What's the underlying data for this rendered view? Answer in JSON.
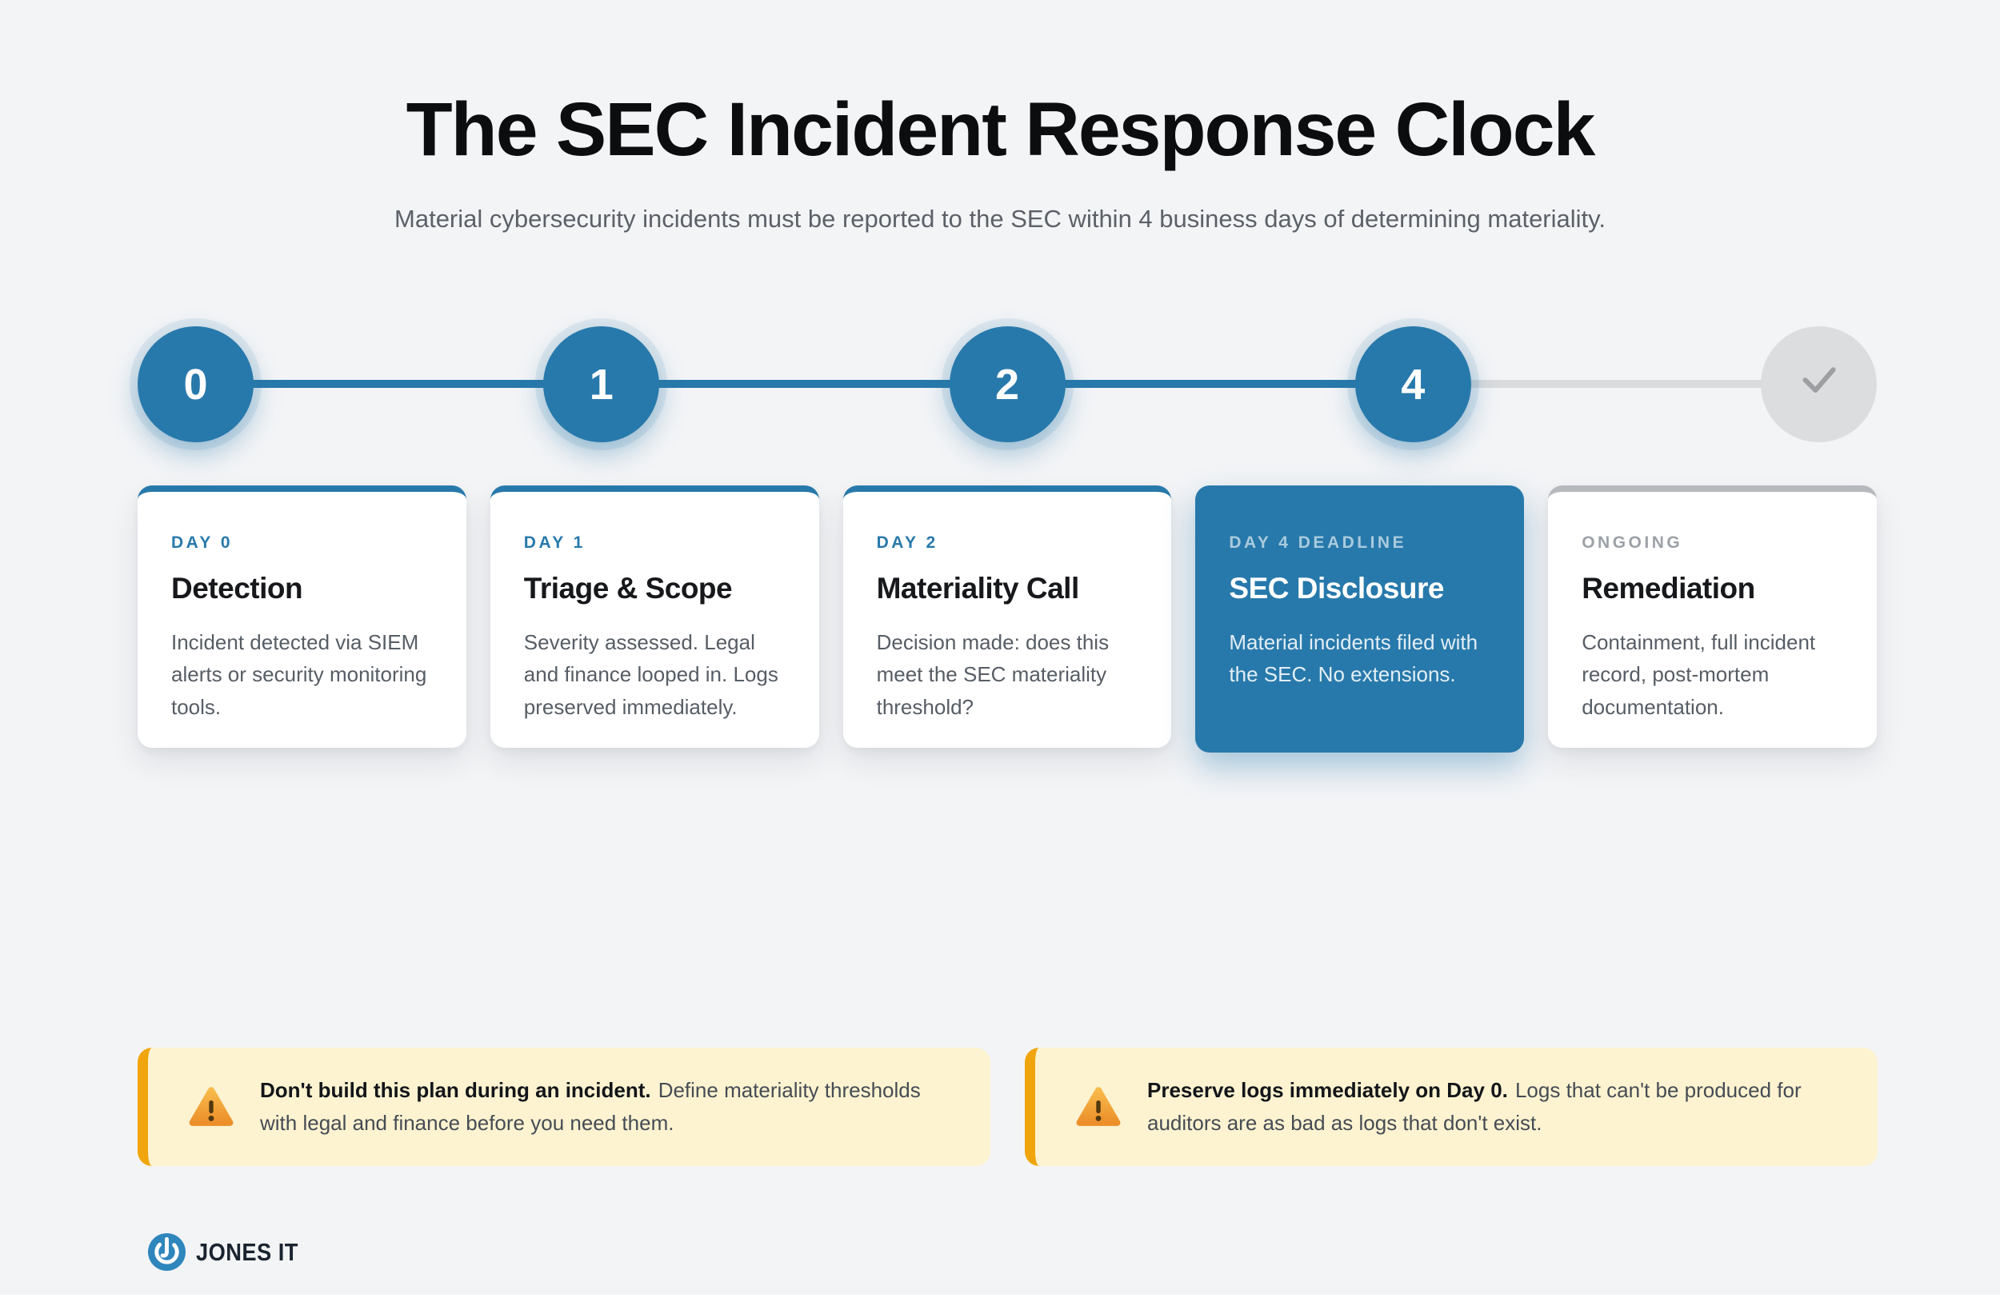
{
  "colors": {
    "accent_blue": "#2879ab",
    "page_background": "#f3f4f6",
    "callout_background": "#fdf3d1",
    "callout_border": "#f0a50c",
    "pending_gray": "#dcddde"
  },
  "header": {
    "title": "The SEC Incident Response Clock",
    "subtitle": "Material cybersecurity incidents must be reported to the SEC within 4 business days of determining materiality."
  },
  "timeline": {
    "nodes": [
      {
        "label": "0",
        "state": "active"
      },
      {
        "label": "1",
        "state": "active"
      },
      {
        "label": "2",
        "state": "active"
      },
      {
        "label": "4",
        "state": "active"
      },
      {
        "label": "",
        "state": "done",
        "icon": "check"
      }
    ]
  },
  "cards": [
    {
      "label": "DAY 0",
      "title": "Detection",
      "body": "Incident detected via SIEM alerts or security monitoring tools."
    },
    {
      "label": "DAY 1",
      "title": "Triage & Scope",
      "body": "Severity assessed. Legal and finance looped in. Logs preserved immediately."
    },
    {
      "label": "DAY 2",
      "title": "Materiality Call",
      "body": "Decision made: does this meet the SEC materiality threshold?"
    },
    {
      "label": "DAY 4 DEADLINE",
      "title": "SEC Disclosure",
      "body": "Material incidents filed with the SEC. No extensions.",
      "variant": "highlight"
    },
    {
      "label": "ONGOING",
      "title": "Remediation",
      "body": "Containment, full incident record, post-mortem documentation.",
      "variant": "muted"
    }
  ],
  "callouts": [
    {
      "lead": "Don't build this plan during an incident.",
      "body": "Define materiality thresholds with legal and finance before you need them."
    },
    {
      "lead": "Preserve logs immediately on Day 0.",
      "body": "Logs that can't be produced for auditors are as bad as logs that don't exist."
    }
  ],
  "footer": {
    "brand": "JONES IT"
  }
}
